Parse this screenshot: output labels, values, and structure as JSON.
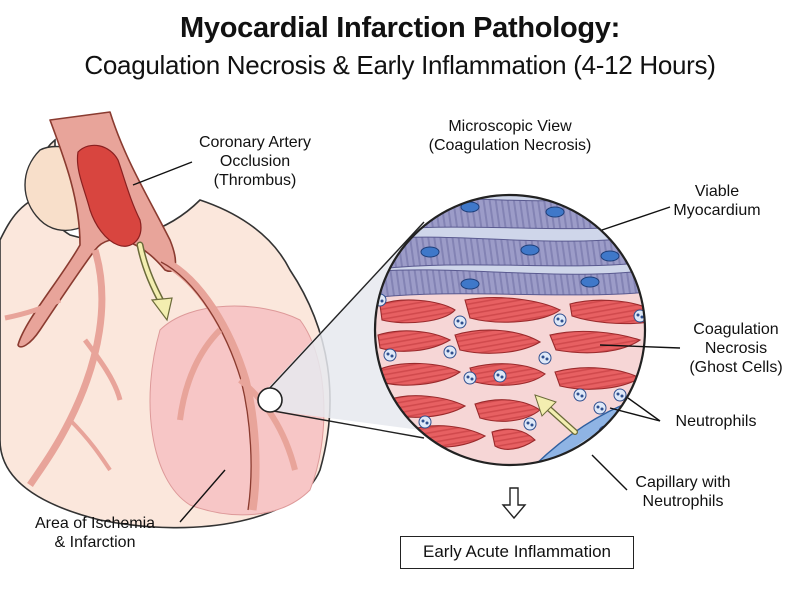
{
  "title": {
    "line1": "Myocardial Infarction Pathology:",
    "line2": "Coagulation Necrosis & Early Inflammation (4-12 Hours)"
  },
  "labels": {
    "coronary": [
      "Coronary Artery",
      "Occlusion",
      "(Thrombus)"
    ],
    "microscopic": [
      "Microscopic View",
      "(Coagulation Necrosis)"
    ],
    "viable": [
      "Viable",
      "Myocardium"
    ],
    "coagulation": [
      "Coagulation",
      "Necrosis",
      "(Ghost Cells)"
    ],
    "neutrophils": [
      "Neutrophils"
    ],
    "capillary": [
      "Capillary with",
      "Neutrophils"
    ],
    "ischemia": [
      "Area of Ischemia",
      "& Infarction"
    ],
    "box": "Early Acute Inflammation"
  },
  "colors": {
    "heart_outline": "#333333",
    "artery": "#e8a49a",
    "thrombus": "#d8453f",
    "infarct": "#f7c6c6",
    "viable_band": "#8f8fc0",
    "necrotic_cell": "#e5585a",
    "capillary": "#5b8fd0",
    "arrow": "#f3eeb0"
  }
}
